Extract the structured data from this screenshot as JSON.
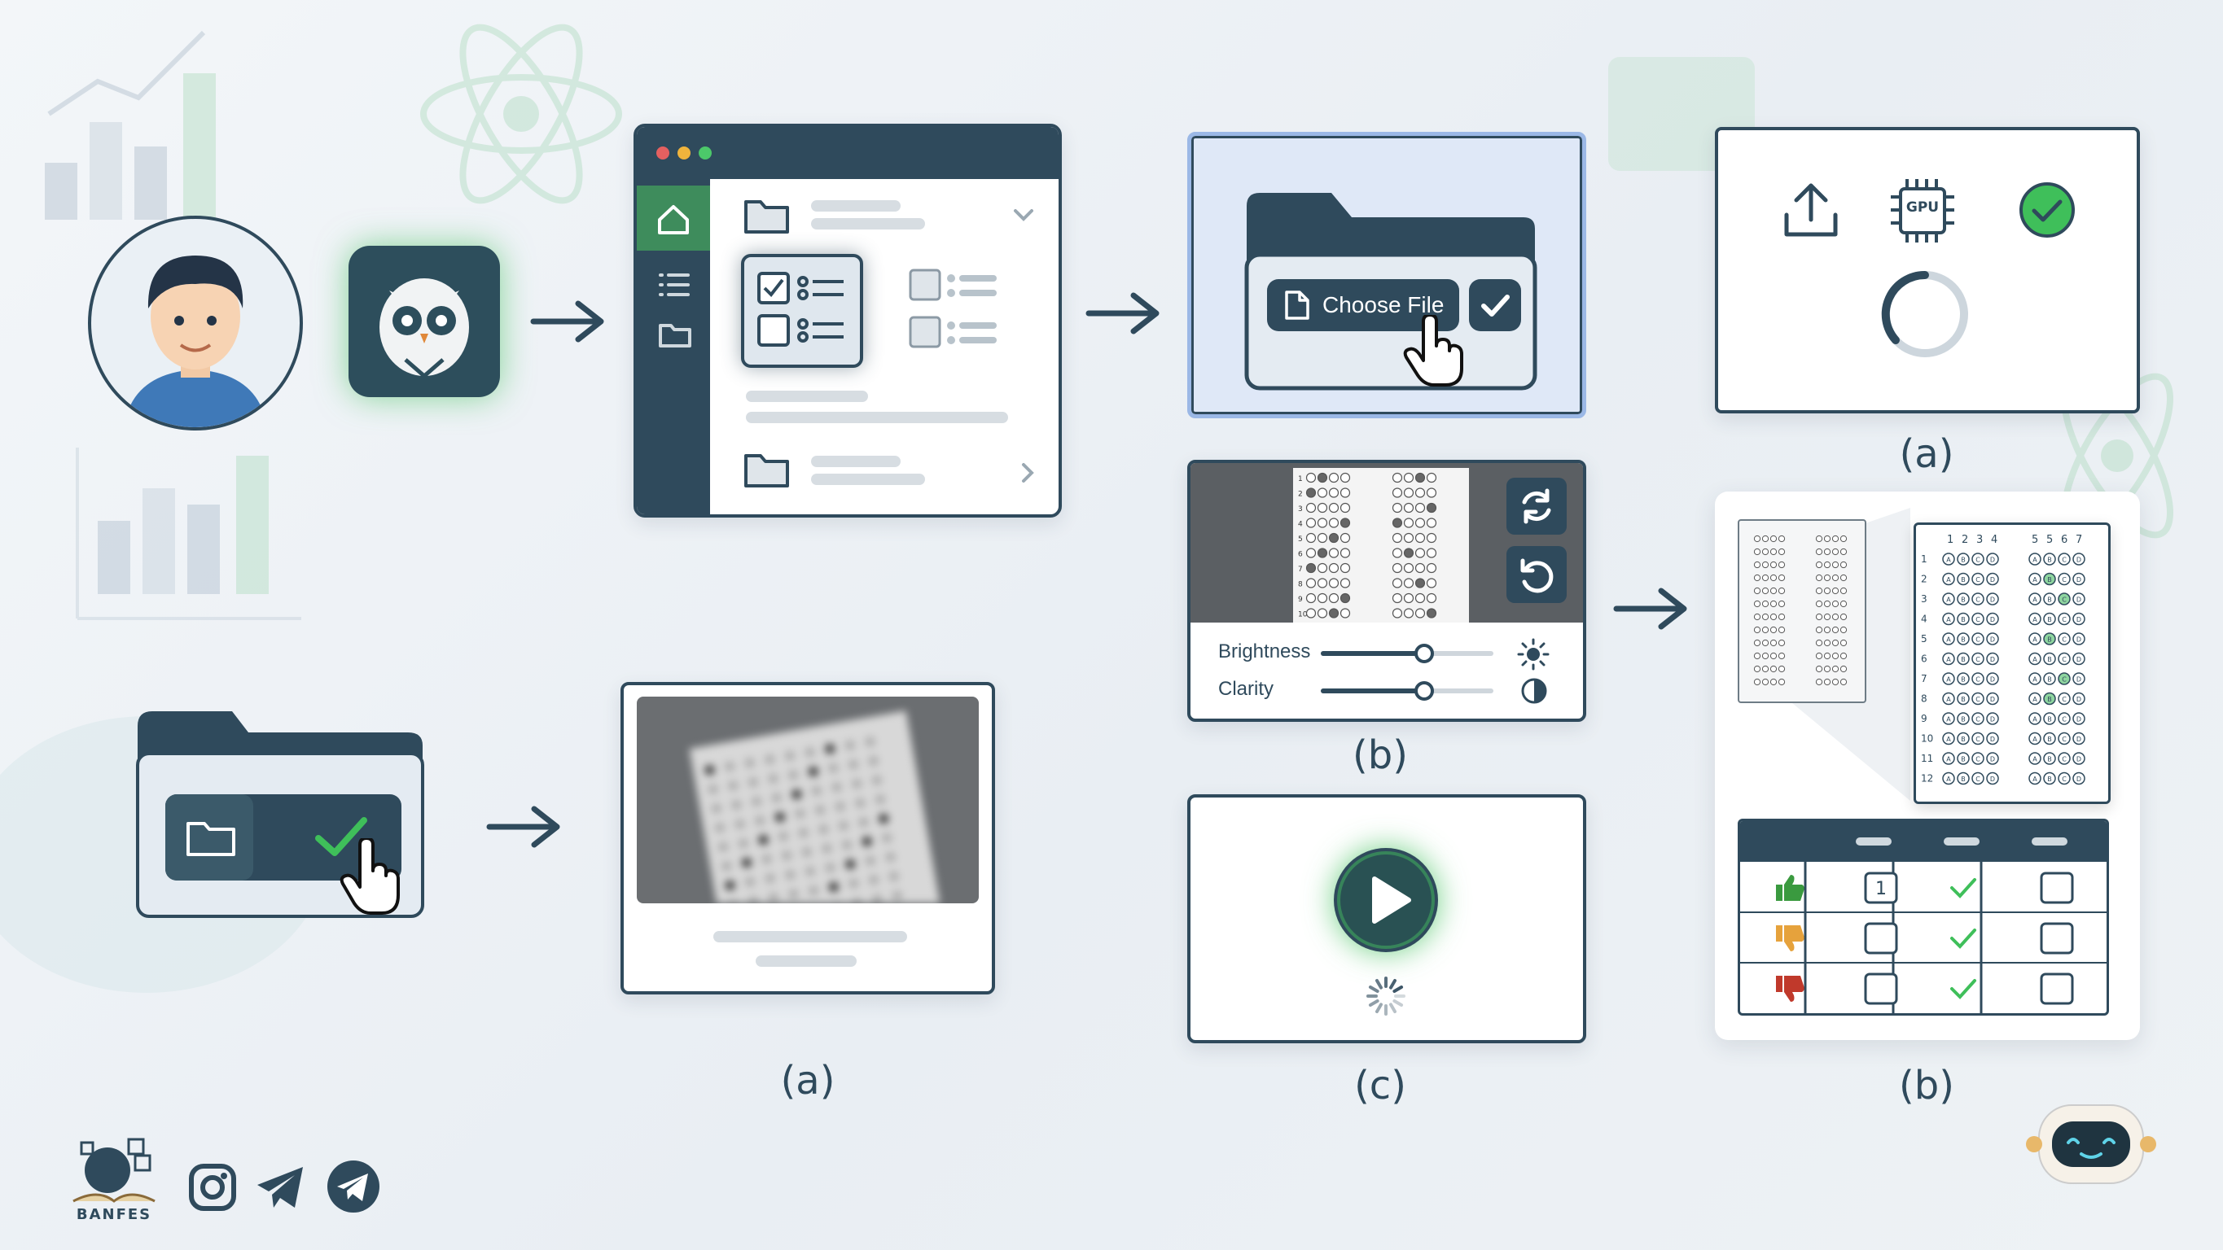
{
  "upload": {
    "choose_file_label": "Choose File"
  },
  "adjust": {
    "brightness_label": "Brightness",
    "clarity_label": "Clarity",
    "brightness_level": 0.6,
    "clarity_level": 0.6
  },
  "process": {
    "gpu_label": "GPU"
  },
  "labels": {
    "process_a": "(a)",
    "adjust_b": "(b)",
    "preview_a": "(a)",
    "run_c": "(c)",
    "result_b": "(b)"
  },
  "sheet": {
    "columns_left": [
      "1",
      "2",
      "3",
      "4"
    ],
    "columns_right": [
      "5",
      "5",
      "6",
      "7"
    ],
    "rows": [
      "1",
      "2",
      "3",
      "4",
      "5",
      "6",
      "7",
      "8",
      "9",
      "10",
      "11",
      "12"
    ],
    "options": [
      "A",
      "B",
      "C",
      "D"
    ]
  },
  "results_table": {
    "rows": [
      {
        "icon": "thumbs-up-icon",
        "col1": "1"
      },
      {
        "icon": "thumbs-down-icon",
        "col1": ""
      },
      {
        "icon": "thumbs-down-icon",
        "col1": ""
      }
    ]
  },
  "footer": {
    "brand": "BANFES"
  },
  "icons": [
    "home-icon",
    "list-icon",
    "folder-icon",
    "upload-icon",
    "gpu-chip-icon",
    "check-circle-icon",
    "refresh-icon",
    "undo-icon",
    "sun-icon",
    "contrast-icon",
    "play-icon",
    "instagram-icon",
    "telegram-icon",
    "robot-icon",
    "owl-icon",
    "hand-cursor-icon"
  ],
  "colors": {
    "navy": "#2f4a5c",
    "green": "#3fbf5a",
    "dark_teal": "#2c4b5a",
    "accent_blue": "#9bb8e6"
  }
}
